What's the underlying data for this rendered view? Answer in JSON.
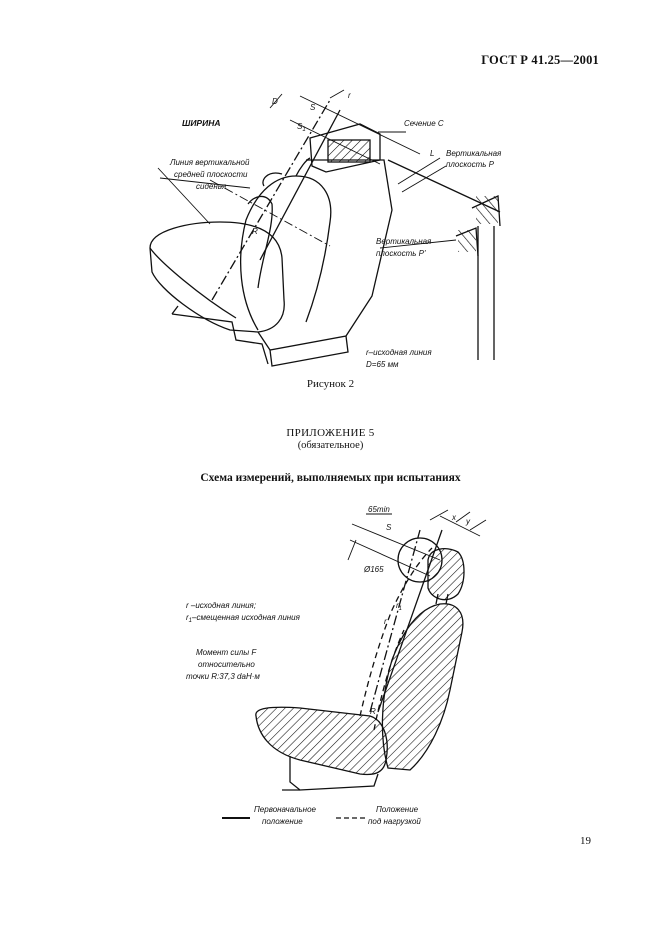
{
  "header": {
    "standard": "ГОСТ Р 41.25—2001"
  },
  "figure2": {
    "caption": "Рисунок 2",
    "labels": {
      "width": "ШИРИНА",
      "section_c": "Сечение С",
      "vertical_plane_p": "Вертикальная",
      "vertical_plane_p_2": "плоскость Р",
      "vertical_plane_pprime": "Вертикальная",
      "vertical_plane_pprime_2": "плоскость Р'",
      "median_line_1": "Линия вертикальной",
      "median_line_2": "средней плоскости",
      "median_line_3": "сиденья",
      "r_point": "R",
      "s": "S",
      "s1": "S",
      "s1_sub": "1",
      "r_line": "r",
      "l": "L",
      "d": "D",
      "note_1": "r–исходная линия",
      "note_2": "D=65 мм"
    }
  },
  "appendix": {
    "title": "ПРИЛОЖЕНИЕ 5",
    "subtitle": "(обязательное)",
    "scheme_title": "Схема измерений, выполняемых при испытаниях"
  },
  "figure3": {
    "labels": {
      "min": "65min",
      "s": "S",
      "diameter": "Ø165",
      "r": "r",
      "r1": "r",
      "r1_sub": "1",
      "x": "x",
      "y": "y",
      "rpoint": "R",
      "legend_r_1": "r –исходная линия;",
      "legend_r_2": "r",
      "legend_r_2_sub": "1",
      "legend_r_3": "–смещенная исходная линия",
      "moment_1": "Момент силы F",
      "moment_2": "относительно",
      "moment_3": "точки R:37,3 daH·м",
      "initial_1": "Первоначальное",
      "initial_2": "положение",
      "loaded_1": "Положение",
      "loaded_2": "под нагрузкой"
    }
  },
  "page_number": "19"
}
